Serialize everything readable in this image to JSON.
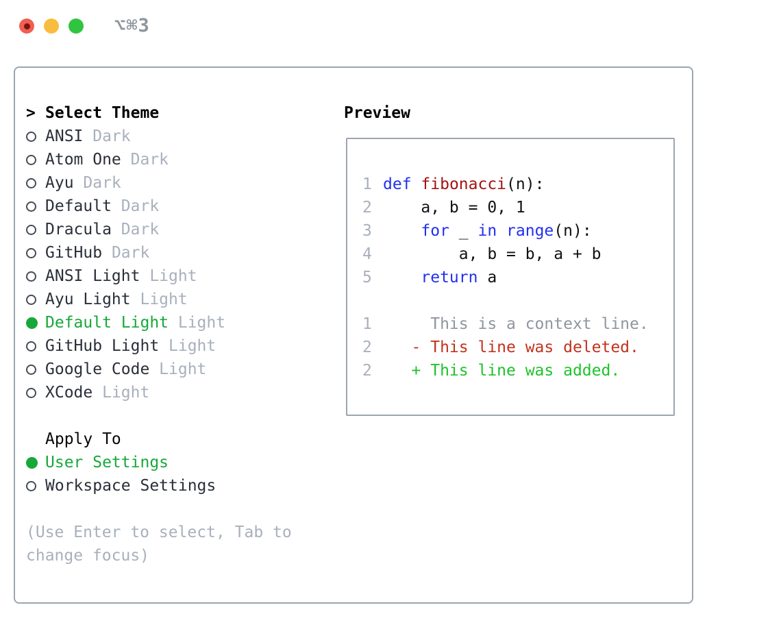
{
  "window": {
    "shortcut_label": "⌥⌘3",
    "traffic_lights": [
      {
        "name": "close",
        "color": "#f15e52",
        "has_dot": true
      },
      {
        "name": "minimize",
        "color": "#f8bd3f",
        "has_dot": false
      },
      {
        "name": "zoom",
        "color": "#31c440",
        "has_dot": false
      }
    ]
  },
  "theme_selector": {
    "prompt": ">",
    "title": "Select Theme",
    "items": [
      {
        "name": "ANSI",
        "tag": "Dark",
        "selected": false
      },
      {
        "name": "Atom One",
        "tag": "Dark",
        "selected": false
      },
      {
        "name": "Ayu",
        "tag": "Dark",
        "selected": false
      },
      {
        "name": "Default",
        "tag": "Dark",
        "selected": false
      },
      {
        "name": "Dracula",
        "tag": "Dark",
        "selected": false
      },
      {
        "name": "GitHub",
        "tag": "Dark",
        "selected": false
      },
      {
        "name": "ANSI Light",
        "tag": "Light",
        "selected": false
      },
      {
        "name": "Ayu Light",
        "tag": "Light",
        "selected": false
      },
      {
        "name": "Default Light",
        "tag": "Light",
        "selected": true
      },
      {
        "name": "GitHub Light",
        "tag": "Light",
        "selected": false
      },
      {
        "name": "Google Code",
        "tag": "Light",
        "selected": false
      },
      {
        "name": "XCode",
        "tag": "Light",
        "selected": false
      }
    ]
  },
  "apply_to": {
    "title": "Apply To",
    "options": [
      {
        "name": "User Settings",
        "selected": true
      },
      {
        "name": "Workspace Settings",
        "selected": false
      }
    ]
  },
  "help_lines": [
    "(Use Enter to select, Tab to",
    "change focus)"
  ],
  "preview": {
    "title": "Preview",
    "lines": [
      {
        "num": "1",
        "segments": [
          {
            "text": "def",
            "style": "keyword"
          },
          {
            "text": " ",
            "style": "plain"
          },
          {
            "text": "fibonacci",
            "style": "function"
          },
          {
            "text": "(n):",
            "style": "plain"
          }
        ]
      },
      {
        "num": "2",
        "segments": [
          {
            "text": "    a, b = 0, 1",
            "style": "plain"
          }
        ]
      },
      {
        "num": "3",
        "segments": [
          {
            "text": "    ",
            "style": "plain"
          },
          {
            "text": "for",
            "style": "keyword"
          },
          {
            "text": " _ ",
            "style": "plain"
          },
          {
            "text": "in",
            "style": "keyword"
          },
          {
            "text": " ",
            "style": "plain"
          },
          {
            "text": "range",
            "style": "keyword"
          },
          {
            "text": "(n):",
            "style": "plain"
          }
        ]
      },
      {
        "num": "4",
        "segments": [
          {
            "text": "        a, b = b, a + b",
            "style": "plain"
          }
        ]
      },
      {
        "num": "5",
        "segments": [
          {
            "text": "    ",
            "style": "plain"
          },
          {
            "text": "return",
            "style": "keyword"
          },
          {
            "text": " a",
            "style": "plain"
          }
        ]
      },
      {
        "num": "",
        "segments": []
      },
      {
        "num": "1",
        "segments": [
          {
            "text": "     This is a context line.",
            "style": "context"
          }
        ]
      },
      {
        "num": "2",
        "segments": [
          {
            "text": "   - This line was deleted.",
            "style": "deleted"
          }
        ]
      },
      {
        "num": "2",
        "segments": [
          {
            "text": "   + This line was added.",
            "style": "added"
          }
        ]
      }
    ]
  },
  "colors": {
    "accent_green": "#17a83a",
    "keyword_blue": "#2130f0",
    "function_red": "#a31212",
    "deleted_red": "#c2331d",
    "added_green": "#1dc32b",
    "muted_gray": "#a8b0bc",
    "border_gray": "#9ca5b0"
  }
}
